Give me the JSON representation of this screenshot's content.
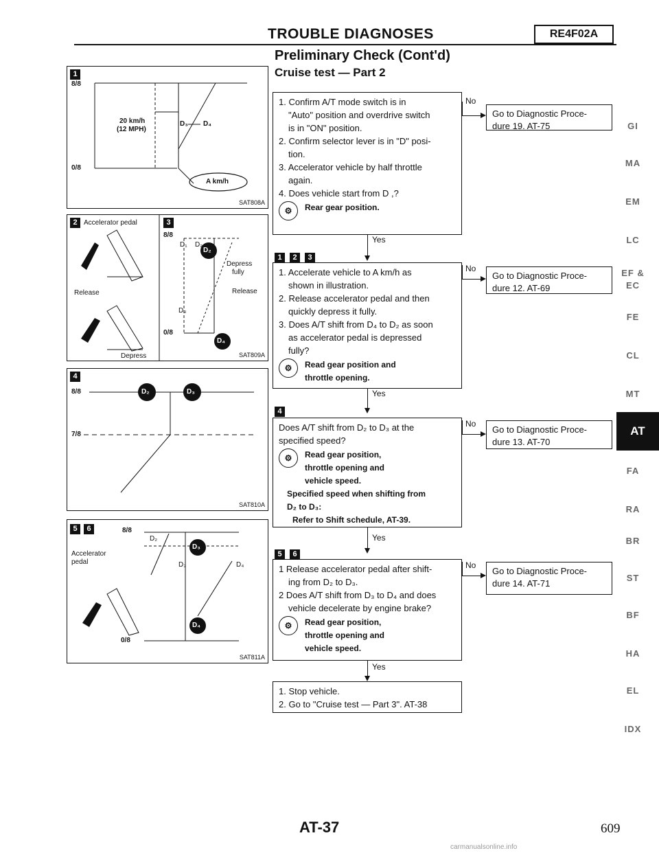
{
  "header": {
    "title": "TROUBLE DIAGNOSES",
    "code": "RE4F02A",
    "subtitle": "Preliminary Check (Cont'd)",
    "section": "Cruise test — Part 2"
  },
  "figures": {
    "fig1": {
      "badge": "1",
      "top": "8/8",
      "bottom": "0/8",
      "speed": "20 km/h",
      "speed_mph": "(12 MPH)",
      "d3": "D₃",
      "d4": "D₄",
      "speed_label": "A km/h",
      "code": "SAT808A"
    },
    "fig2": {
      "badge": "2",
      "title": "Accelerator pedal",
      "release": "Release",
      "depress": "Depress"
    },
    "fig3": {
      "badge": "3",
      "top": "8/8",
      "bottom": "0/8",
      "d1": "D₁",
      "d2": "D₂",
      "d3": "D₃",
      "circle_top": "D₂",
      "circle_bottom": "D₄",
      "depress": "Depress",
      "fully": "fully",
      "release": "Release",
      "code": "SAT809A"
    },
    "fig4": {
      "badge": "4",
      "top": "8/8",
      "mid": "7/8",
      "circle_left": "D₂",
      "circle_right": "D₃",
      "code": "SAT810A"
    },
    "fig56": {
      "badge1": "5",
      "badge2": "6",
      "top": "8/8",
      "bottom": "0/8",
      "pedal": "Accelerator",
      "pedal2": "pedal",
      "d2": "D₂",
      "d3": "D₃",
      "d4": "D₄",
      "circle_top": "D₃",
      "circle_bottom": "D₄",
      "code": "SAT811A"
    }
  },
  "flow": {
    "step1": {
      "items": [
        "1. Confirm A/T mode switch is in",
        "\"Auto\" position and overdrive switch",
        "is in \"ON\" position.",
        "2. Confirm selector lever is in \"D\" posi-",
        "tion.",
        "3. Accelerator vehicle by half throttle",
        "again.",
        "4. Does vehicle start from D ,?"
      ],
      "tip": "Rear gear position.",
      "no_label": "No",
      "no_action_1": "Go to Diagnostic Proce-",
      "no_action_2": "dure 19. AT-75",
      "yes_label": "Yes"
    },
    "step2": {
      "badges": [
        "1",
        "2",
        "3"
      ],
      "items": [
        "1. Accelerate vehicle to A km/h as",
        "shown in illustration.",
        "2. Release accelerator pedal and then",
        "quickly depress it fully.",
        "3. Does A/T shift from D₄ to D₂ as soon",
        "as accelerator pedal is depressed",
        "fully?"
      ],
      "tip_1": "Read gear position and",
      "tip_2": "throttle opening.",
      "no_label": "No",
      "no_action_1": "Go to Diagnostic Proce-",
      "no_action_2": "dure 12. AT-69",
      "yes_label": "Yes"
    },
    "step3": {
      "badges": [
        "4"
      ],
      "items": [
        "Does A/T shift from D₂ to D₃ at the",
        "specified speed?"
      ],
      "tip_1": "Read gear position,",
      "tip_2": "throttle opening and",
      "tip_3": "vehicle speed.",
      "note_1": "Specified speed when shifting from",
      "note_2": "D₂ to D₃:",
      "note_3": "Refer to Shift schedule, AT-39.",
      "no_label": "No",
      "no_action_1": "Go to Diagnostic Proce-",
      "no_action_2": "dure 13. AT-70",
      "yes_label": "Yes"
    },
    "step4": {
      "badges": [
        "5",
        "6"
      ],
      "items": [
        "1 Release accelerator pedal after shift-",
        "ing from D₂ to D₃.",
        "2 Does A/T shift from D₃ to D₄ and does",
        "vehicle decelerate by engine brake?"
      ],
      "tip_1": "Read gear position,",
      "tip_2": "throttle opening and",
      "tip_3": "vehicle speed.",
      "no_label": "No",
      "no_action_1": "Go to Diagnostic Proce-",
      "no_action_2": "dure 14. AT-71",
      "yes_label": "Yes"
    },
    "step5": {
      "items": [
        "1. Stop vehicle.",
        "2. Go to \"Cruise test — Part 3\". AT-38"
      ]
    }
  },
  "side_tabs": [
    "GI",
    "MA",
    "EM",
    "LC",
    "EF &",
    "EC",
    "FE",
    "CL",
    "MT",
    "AT",
    "FA",
    "RA",
    "BR",
    "ST",
    "BF",
    "HA",
    "EL",
    "IDX"
  ],
  "footer": {
    "page_label": "AT-37",
    "page_number": "609",
    "watermark": "carmanualsonline.info"
  }
}
